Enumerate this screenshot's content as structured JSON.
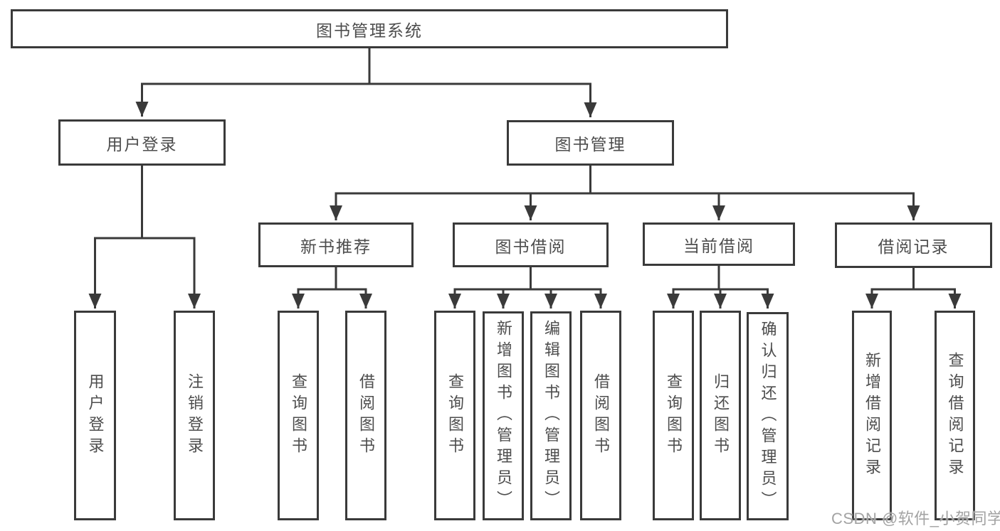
{
  "diagram": {
    "type": "hierarchy-flowchart",
    "tree": {
      "label": "图书管理系统",
      "children": [
        {
          "label": "用户登录",
          "children": [
            {
              "label": "用户登录"
            },
            {
              "label": "注销登录"
            }
          ]
        },
        {
          "label": "图书管理",
          "children": [
            {
              "label": "新书推荐",
              "children": [
                {
                  "label": "查询图书"
                },
                {
                  "label": "借阅图书"
                }
              ]
            },
            {
              "label": "图书借阅",
              "children": [
                {
                  "label": "查询图书"
                },
                {
                  "label": "新增图书（管理员）"
                },
                {
                  "label": "编辑图书（管理员）"
                },
                {
                  "label": "借阅图书"
                }
              ]
            },
            {
              "label": "当前借阅",
              "children": [
                {
                  "label": "查询图书"
                },
                {
                  "label": "归还图书"
                },
                {
                  "label": "确认归还（管理员）"
                }
              ]
            },
            {
              "label": "借阅记录",
              "children": [
                {
                  "label": "新增借阅记录"
                },
                {
                  "label": "查询借阅记录"
                }
              ]
            }
          ]
        }
      ]
    },
    "watermark": "CSDN @软件_小贺同学",
    "colors": {
      "line": "#3a3a3a",
      "box_border": "#3a3a3a",
      "box_fill": "#ffffff",
      "text": "#4d4d4d",
      "watermark": "#a3a3a3",
      "background": "#ffffff"
    }
  }
}
